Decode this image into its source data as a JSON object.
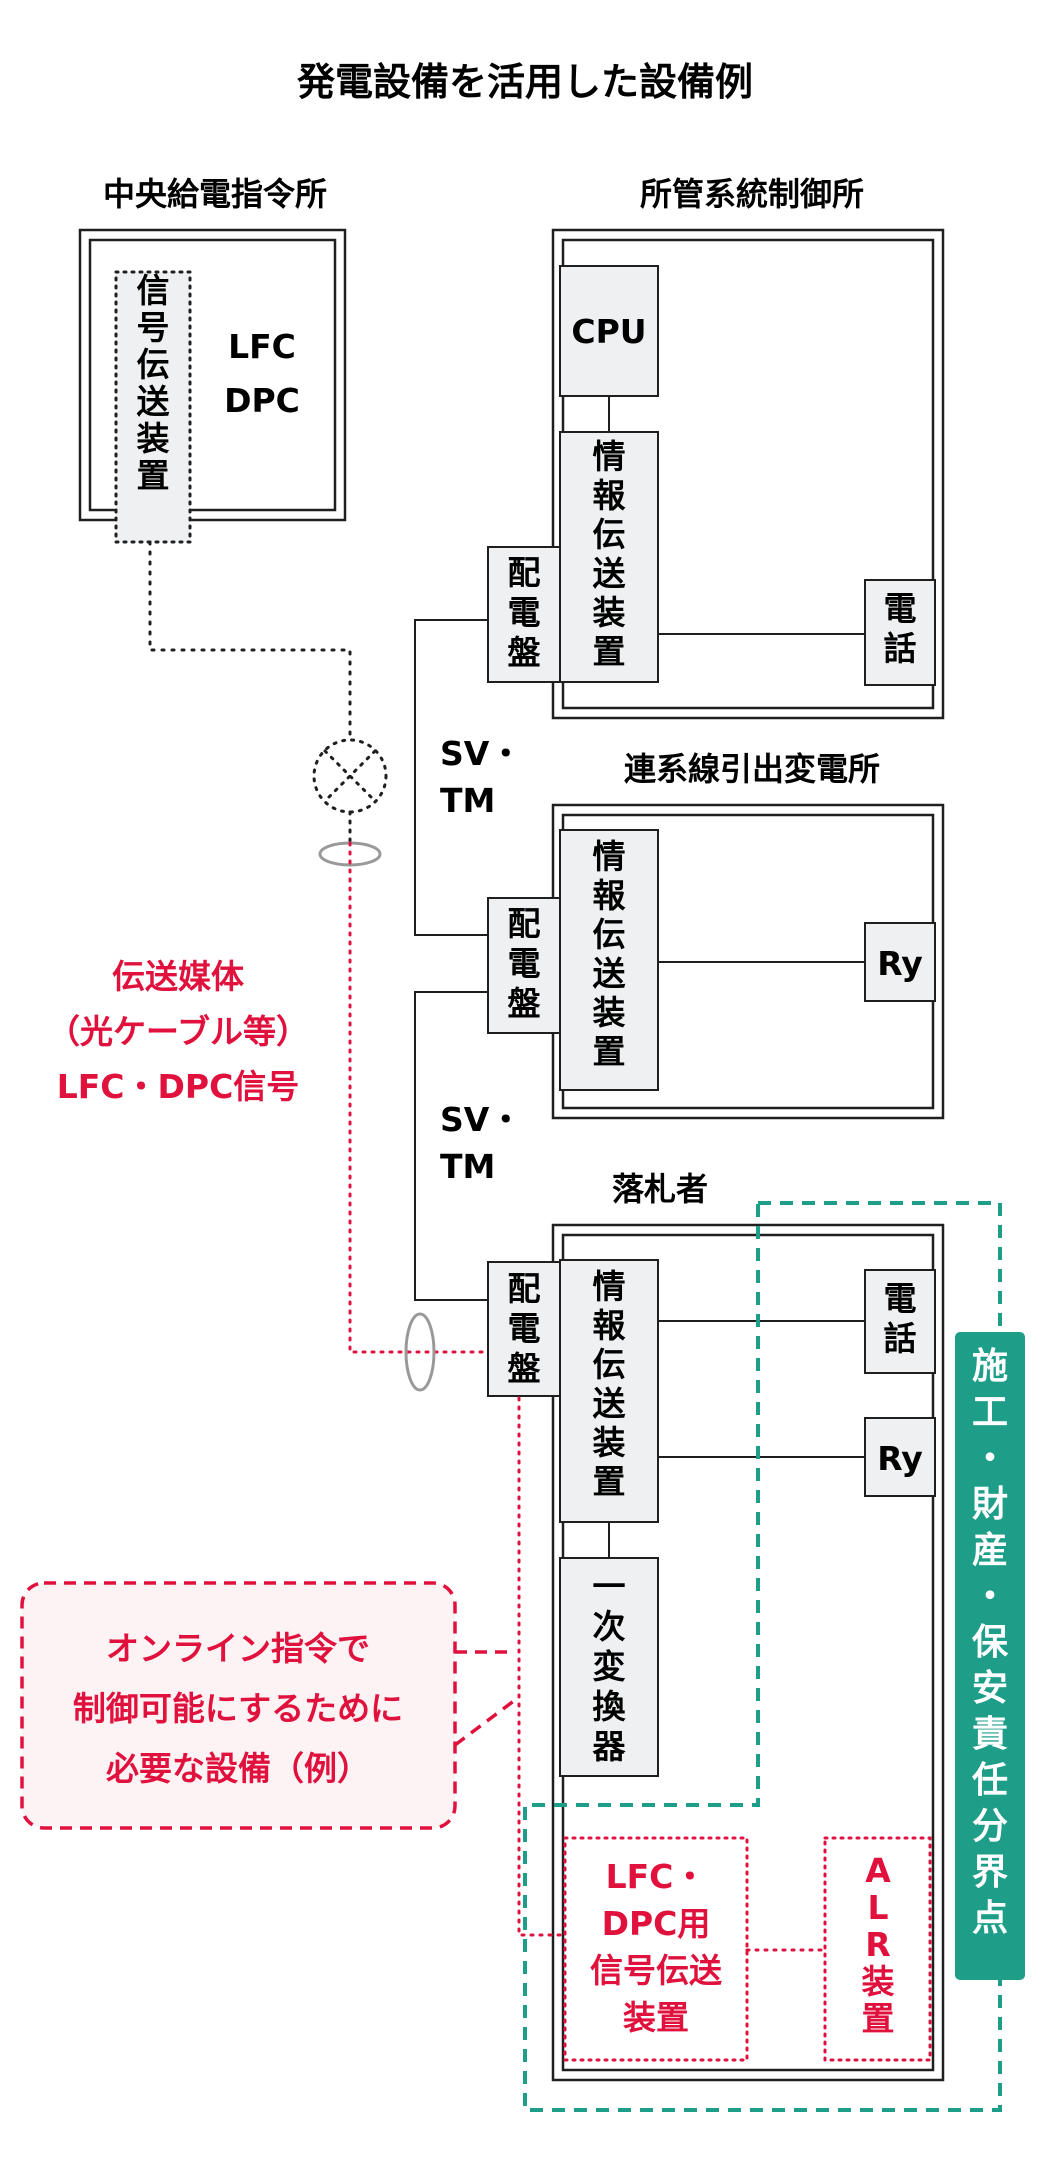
{
  "title": "発電設備を活用した設備例",
  "sites": {
    "central": {
      "name": "中央給電指令所",
      "device": "信号伝送装置",
      "functions": [
        "LFC",
        "DPC"
      ]
    },
    "control": {
      "name": "所管系統制御所",
      "cpu": "CPU",
      "transmitter": "情報伝送装置",
      "switchboard": "配電盤",
      "phone": "電話"
    },
    "substation": {
      "name": "連系線引出変電所",
      "transmitter": "情報伝送装置",
      "switchboard": "配電盤",
      "relay": "Ry"
    },
    "bidder": {
      "name": "落札者",
      "transmitter": "情報伝送装置",
      "switchboard": "配電盤",
      "phone": "電話",
      "relay": "Ry",
      "converter": "一次変換器",
      "lfc_device": [
        "LFC・",
        "DPC用",
        "信号伝送",
        "装置"
      ],
      "alr_device": "ALR装置"
    }
  },
  "links": {
    "sv_tm": [
      "SV・",
      "TM"
    ]
  },
  "medium": {
    "lines": [
      "伝送媒体",
      "（光ケーブル等）",
      "LFC・DPC信号"
    ]
  },
  "callout": {
    "lines": [
      "オンライン指令で",
      "制御可能にするために",
      "必要な設備（例）"
    ]
  },
  "boundary": {
    "label": "施工・財産・保安責任分界点"
  },
  "colors": {
    "accent_red": "#e0123d",
    "teal": "#1e9e88",
    "box_fill": "#eef0f1",
    "callout_bg": "#fdf3f5"
  }
}
